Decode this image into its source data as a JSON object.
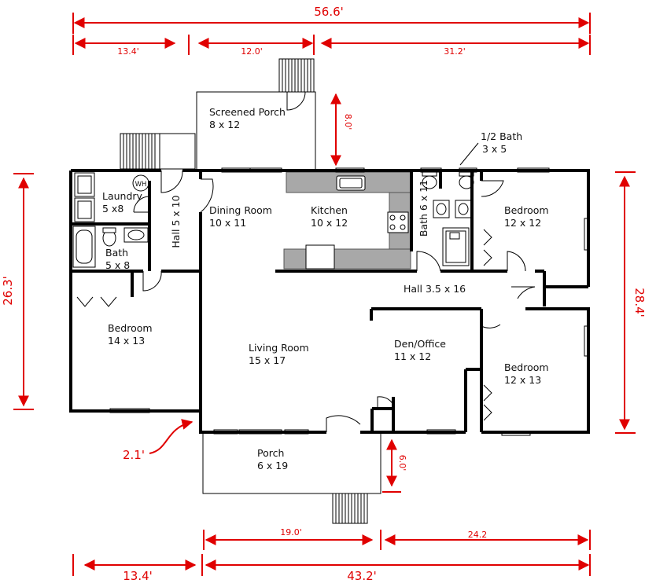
{
  "colors": {
    "dimension": "#e00000",
    "wall": "#000000",
    "counter": "#a8a8a8"
  },
  "rooms": {
    "screened_porch": {
      "name": "Screened Porch",
      "size": "8 x 12"
    },
    "half_bath": {
      "name": "1/2 Bath",
      "size": "3 x 5"
    },
    "laundry": {
      "name": "Laundry",
      "size": "5 x8"
    },
    "water_heater": {
      "name": "WH"
    },
    "hall_vertical": {
      "name": "Hall 5 x 10"
    },
    "dining": {
      "name": "Dining Room",
      "size": "10 x 11"
    },
    "kitchen": {
      "name": "Kitchen",
      "size": "10 x 12"
    },
    "bath_vertical": {
      "name": "Bath 6 x 11"
    },
    "bedroom_ne": {
      "name": "Bedroom",
      "size": "12 x 12"
    },
    "bath_small": {
      "name": "Bath",
      "size": "5 x 8"
    },
    "hall_horizontal": {
      "name": "Hall 3.5 x 16"
    },
    "bedroom_w": {
      "name": "Bedroom",
      "size": "14 x 13"
    },
    "living": {
      "name": "Living Room",
      "size": "15 x 17"
    },
    "den": {
      "name": "Den/Office",
      "size": "11 x 12"
    },
    "bedroom_se": {
      "name": "Bedroom",
      "size": "12 x 13"
    },
    "porch": {
      "name": "Porch",
      "size": "6 x 19"
    }
  },
  "dimensions": {
    "top_total": "56.6'",
    "top_seg1": "13.4'",
    "top_seg2": "12.0'",
    "top_seg3": "31.2'",
    "screened_porch_depth": "8.0'",
    "left_height": "26.3'",
    "right_height": "28.4'",
    "offset": "2.1'",
    "porch_depth": "6.0'",
    "bottom_seg1": "19.0'",
    "bottom_seg2": "24.2",
    "bottom_left": "13.4'",
    "bottom_total": "43.2'"
  }
}
